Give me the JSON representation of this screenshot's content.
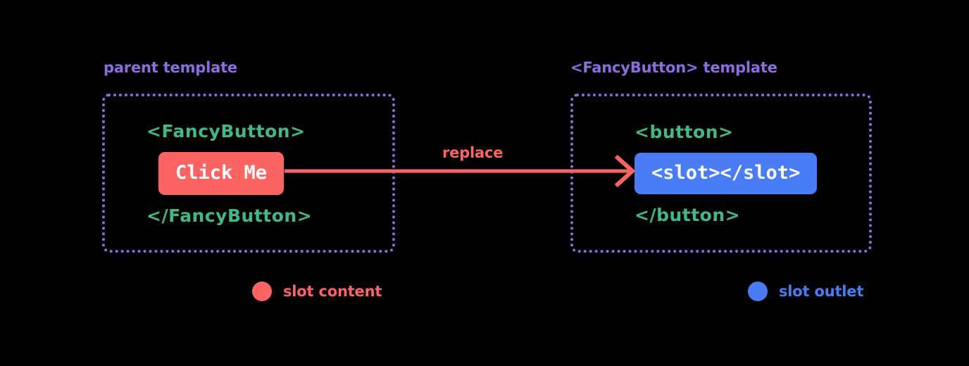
{
  "background_color": "#000000",
  "colors": {
    "slot_content": "#fc6464",
    "slot_outlet": "#4a7df5",
    "tag_green": "#42b883",
    "caption_purple": "#8b6fe0",
    "chip_text": "#ffffff"
  },
  "panels": {
    "left": {
      "caption": "parent template",
      "open_tag": "<FancyButton>",
      "chip_label": "Click Me",
      "chip_role": "slot-content",
      "close_tag": "</FancyButton>"
    },
    "right": {
      "caption": "<FancyButton> template",
      "open_tag": "<button>",
      "chip_label": "<slot></slot>",
      "chip_role": "slot-outlet",
      "close_tag": "</button>"
    }
  },
  "arrow": {
    "label": "replace",
    "direction": "left-to-right",
    "color": "#fc6464"
  },
  "legend": [
    {
      "label": "slot content",
      "color": "#fc6464"
    },
    {
      "label": "slot outlet",
      "color": "#4a7df5"
    }
  ]
}
